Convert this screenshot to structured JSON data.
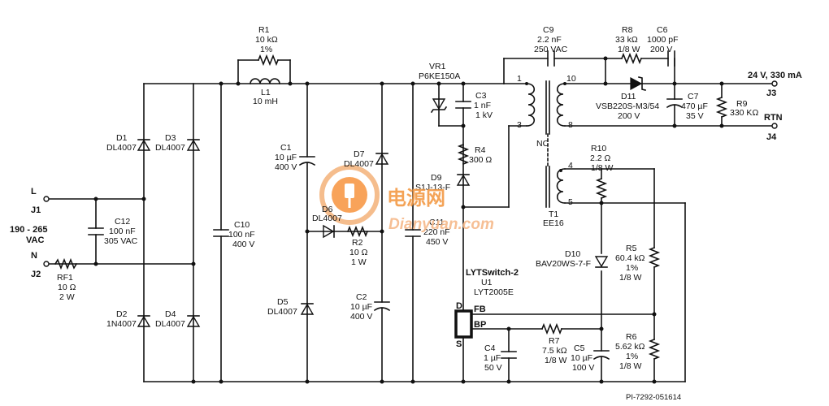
{
  "ports": {
    "l": "L",
    "j1": "J1",
    "n": "N",
    "j2": "J2",
    "input": "190 - 265",
    "input2": "VAC",
    "out": "24 V, 330 mA",
    "j3": "J3",
    "rtn": "RTN",
    "j4": "J4"
  },
  "parts": {
    "r1": [
      "R1",
      "10 kΩ",
      "1%"
    ],
    "l1": [
      "L1",
      "10 mH"
    ],
    "vr1": [
      "VR1",
      "P6KE150A"
    ],
    "c9": [
      "C9",
      "2.2 nF",
      "250 VAC"
    ],
    "r8": [
      "R8",
      "33 kΩ",
      "1/8 W"
    ],
    "c6": [
      "C6",
      "1000 pF",
      "200 V"
    ],
    "d11": [
      "D11",
      "VSB220S-M3/54",
      "200 V"
    ],
    "c7": [
      "C7",
      "470 µF",
      "35 V"
    ],
    "r9": [
      "R9",
      "330 KΩ"
    ],
    "d1": [
      "D1",
      "DL4007"
    ],
    "d3": [
      "D3",
      "DL4007"
    ],
    "d2": [
      "D2",
      "1N4007"
    ],
    "d4": [
      "D4",
      "DL4007"
    ],
    "c12": [
      "C12",
      "100 nF",
      "305 VAC"
    ],
    "rf1": [
      "RF1",
      "10 Ω",
      "2 W"
    ],
    "c10": [
      "C10",
      "100 nF",
      "400 V"
    ],
    "c1": [
      "C1",
      "10 µF",
      "400 V"
    ],
    "d7": [
      "D7",
      "DL4007"
    ],
    "d6": [
      "D6",
      "DL4007"
    ],
    "r2": [
      "R2",
      "10 Ω",
      "1 W"
    ],
    "d5": [
      "D5",
      "DL4007"
    ],
    "c2": [
      "C2",
      "10 µF",
      "400 V"
    ],
    "c3": [
      "C3",
      "1 nF",
      "1 kV"
    ],
    "r4": [
      "R4",
      "300 Ω"
    ],
    "d9": [
      "D9",
      "S1J-13-F"
    ],
    "c11": [
      "C11",
      "220 nF",
      "450 V"
    ],
    "t1": [
      "T1",
      "EE16"
    ],
    "nc": "NC",
    "r10": [
      "R10",
      "2.2 Ω",
      "1/8 W"
    ],
    "d10": [
      "D10",
      "BAV20WS-7-F"
    ],
    "r5": [
      "R5",
      "60.4 kΩ",
      "1%",
      "1/8 W"
    ],
    "u1": [
      "LYTSwitch-2",
      "U1",
      "LYT2005E"
    ],
    "r7": [
      "R7",
      "7.5 kΩ",
      "1/8 W"
    ],
    "c4": [
      "C4",
      "1 µF",
      "50 V"
    ],
    "c5": [
      "C5",
      "10 µF",
      "100 V"
    ],
    "r6": [
      "R6",
      "5.62 kΩ",
      "1%",
      "1/8 W"
    ]
  },
  "pins": {
    "p1": "1",
    "p3": "3",
    "p10": "10",
    "p8": "8",
    "p4": "4",
    "p5": "5",
    "d": "D",
    "fb": "FB",
    "bp": "BP",
    "s": "S"
  },
  "watermark": {
    "cn": "电源网",
    "en": "Dianyuan.com"
  },
  "figure_id": "PI-7292-051614"
}
